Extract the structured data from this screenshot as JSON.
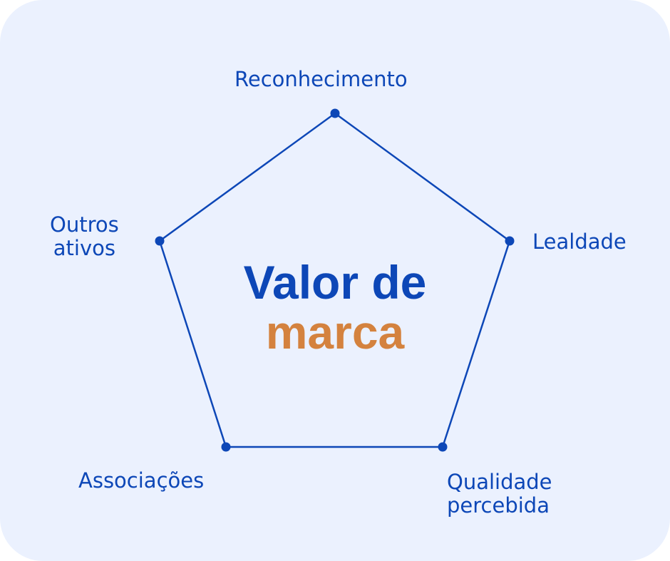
{
  "diagram": {
    "type": "pentagon",
    "center_title": {
      "line1": "Valor de",
      "line2": "marca"
    },
    "colors": {
      "primary": "#0D47B7",
      "accent": "#D4823E",
      "background": "#EBF1FE"
    },
    "nodes": [
      {
        "label": "Reconhecimento"
      },
      {
        "label": "Lealdade"
      },
      {
        "label": "Qualidade",
        "label2": "percebida"
      },
      {
        "label": "Associações"
      },
      {
        "label": "Outros",
        "label2": "ativos"
      }
    ]
  }
}
